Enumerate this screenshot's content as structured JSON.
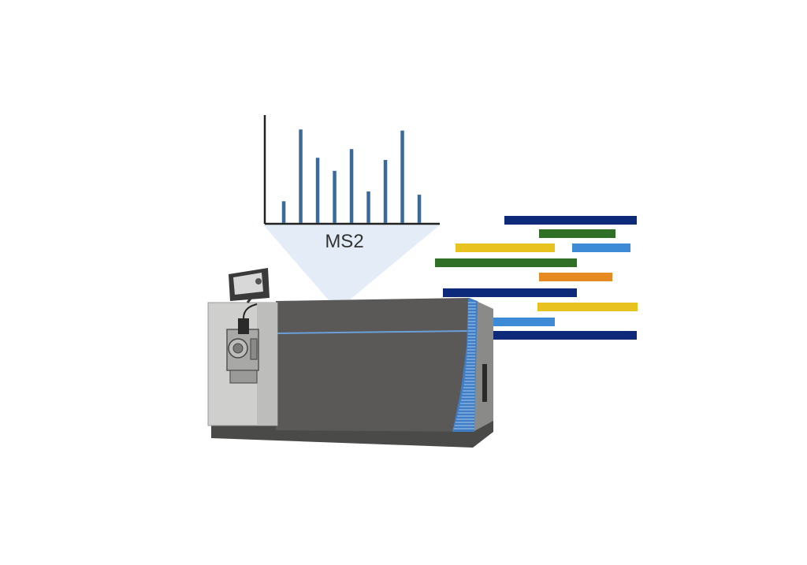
{
  "diagram": {
    "cone_label": "MS2",
    "spectrum": {
      "bar_color": "#3a6a9a",
      "axis_color": "#222222",
      "values": [
        0.2,
        0.86,
        0.6,
        0.48,
        0.68,
        0.29,
        0.58,
        0.85,
        0.26
      ]
    },
    "cone_color": "#e4edf7",
    "instrument": {
      "body_color": "#5a5957",
      "front_panel_color": "#cfcfcd",
      "base_color": "#4a4a48",
      "accent_color": "#6aa0d8",
      "side_stripe_color": "#3f7ec4"
    },
    "peptides": [
      {
        "color": "#0d2a7a"
      },
      {
        "color": "#2f7026"
      },
      {
        "color": "#e8c21e"
      },
      {
        "color": "#3d8ad6"
      },
      {
        "color": "#2f7026"
      },
      {
        "color": "#e88a22"
      },
      {
        "color": "#0d2a7a"
      },
      {
        "color": "#e8c21e"
      },
      {
        "color": "#3d8ad6"
      },
      {
        "color": "#0d2a7a"
      }
    ]
  }
}
